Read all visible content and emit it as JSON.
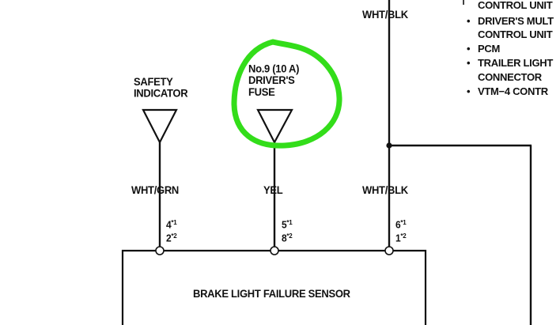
{
  "diagram": {
    "colors": {
      "ink": "#111111",
      "highlight": "#33dd1a",
      "background": "#ffffff"
    },
    "top_wire": {
      "label": "WHT/BLK"
    },
    "other_units": [
      "CONTROL UNIT",
      "DRIVER'S MULT",
      "CONTROL UNIT",
      "PCM",
      "TRAILER LIGHT",
      "CONNECTOR",
      "VTM−4 CONTR"
    ],
    "safety_indicator": {
      "label_line1": "SAFETY",
      "label_line2": "INDICATOR",
      "wire_color": "WHT/GRN",
      "pin_a": "4",
      "pin_a_note": "*1",
      "pin_b": "2",
      "pin_b_note": "*2"
    },
    "fuse": {
      "label_line1": "No.9 (10 A)",
      "label_line2": "DRIVER'S",
      "label_line3": "FUSE",
      "wire_color": "YEL",
      "pin_a": "5",
      "pin_a_note": "*1",
      "pin_b": "8",
      "pin_b_note": "*2"
    },
    "right_wire": {
      "wire_color": "WHT/BLK",
      "pin_a": "6",
      "pin_a_note": "*1",
      "pin_b": "1",
      "pin_b_note": "*2"
    },
    "sensor": {
      "label": "BRAKE LIGHT FAILURE SENSOR"
    },
    "bullet": "•"
  }
}
